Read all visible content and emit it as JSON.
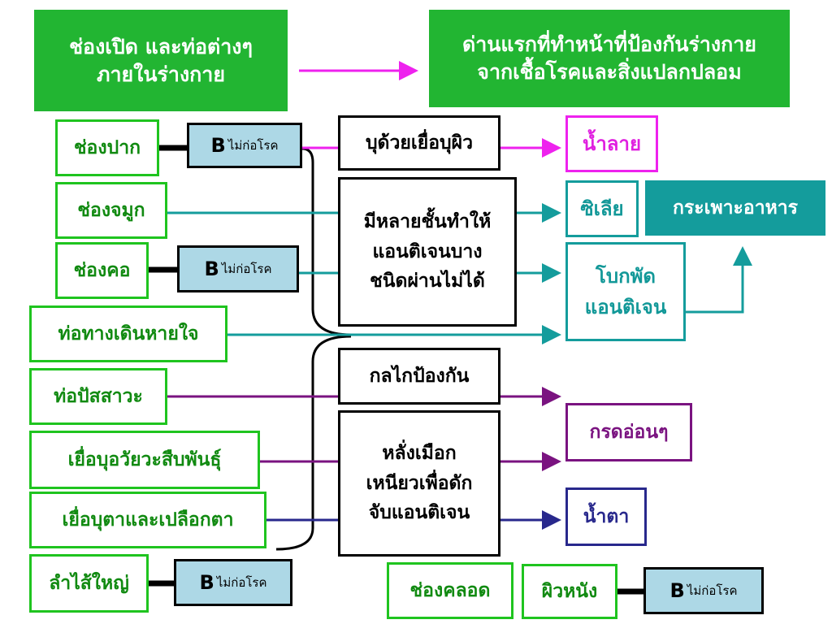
{
  "header": {
    "left": "ช่องเปิด และท่อต่างๆ\nภายในร่างกาย",
    "right": "ด่านแรกที่ทำหน้าที่ป้องกันร่างกาย\nจากเชื้อโรคและสิ่งแปลกปลอม"
  },
  "openings": {
    "mouth": "ช่องปาก",
    "nose": "ช่องจมูก",
    "throat": "ช่องคอ",
    "airway": "ท่อทางเดินหายใจ",
    "urethra": "ท่อปัสสาวะ",
    "reproductive": "เยื่อบุอวัยวะสืบพันธุ์",
    "eye": "เยื่อบุตาและเปลือกตา",
    "colon": "ลำไส้ใหญ่",
    "vagina": "ช่องคลอด",
    "skin": "ผิวหนัง"
  },
  "bacteria": {
    "letter": "B",
    "text": "ไม่ก่อโรค"
  },
  "mechanisms": {
    "epithelium": "บุด้วยเยื่อบุผิว",
    "layers": "มีหลายชั้นทำให้\nแอนติเจนบาง\nชนิดผ่านไม่ได้",
    "defense": "กลไกป้องกัน",
    "mucus": "หลั่งเมือก\nเหนียวเพื่อดัก\nจับแอนติเจน"
  },
  "results": {
    "saliva": "น้ำลาย",
    "cilia": "ซิเลีย",
    "stomach": "กระเพาะอาหาร",
    "sweep": "โบกพัด\nแอนติเจน",
    "acid": "กรดอ่อนๆ",
    "tears": "น้ำตา"
  },
  "colors": {
    "green": "#22b532",
    "magenta": "#ee22ee",
    "teal": "#149c9c",
    "purple": "#7a1380",
    "navy": "#28288c",
    "light_blue": "#add8e6"
  }
}
